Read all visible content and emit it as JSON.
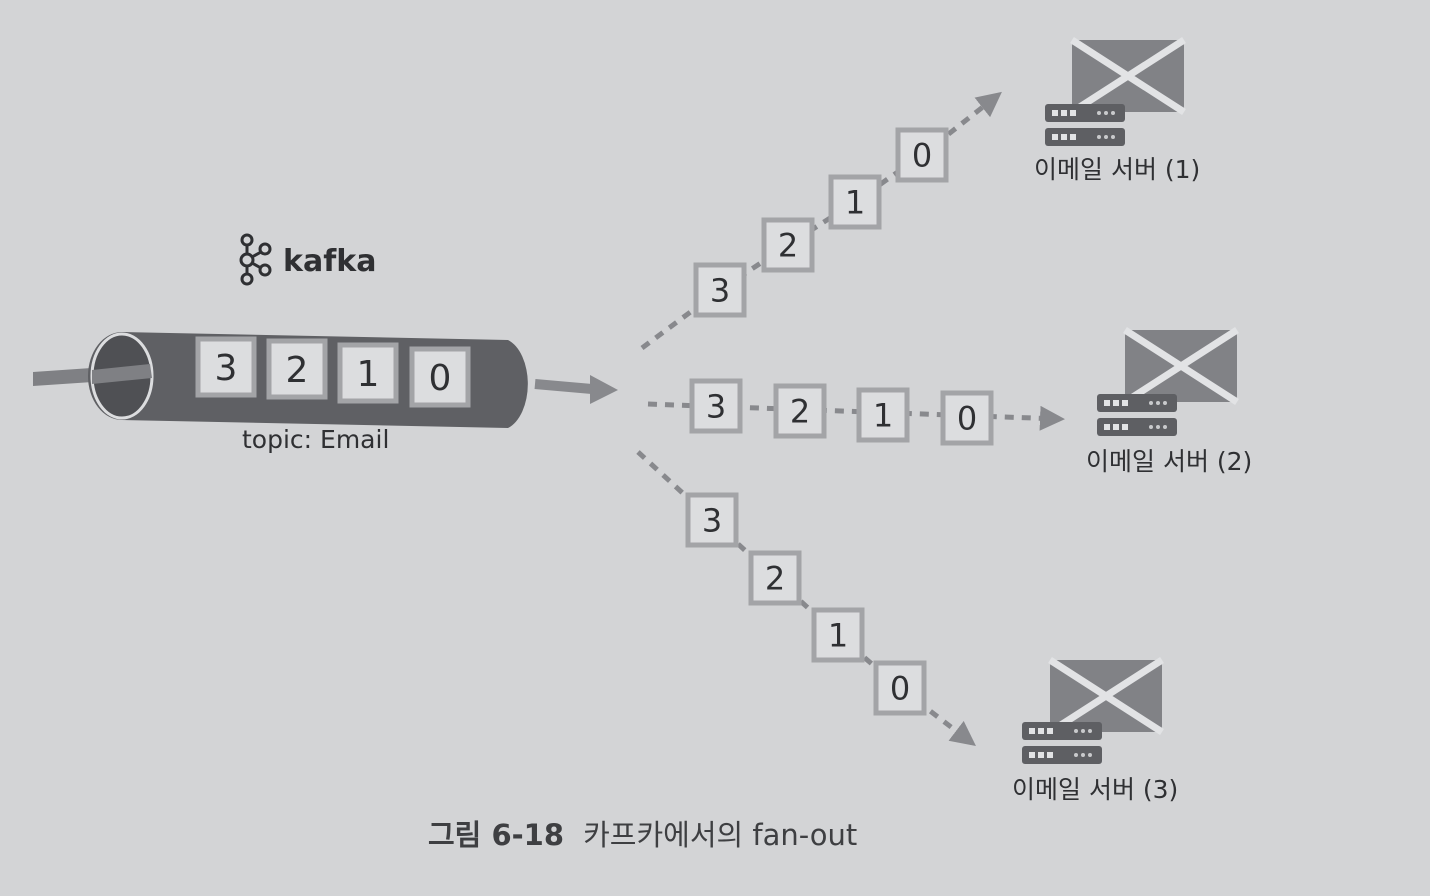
{
  "brand": {
    "logo_text": "kafka"
  },
  "topic": {
    "label": "topic: Email",
    "messages": [
      "3",
      "2",
      "1",
      "0"
    ]
  },
  "branches": [
    {
      "messages": [
        "3",
        "2",
        "1",
        "0"
      ],
      "server_label": "이메일 서버 (1)"
    },
    {
      "messages": [
        "3",
        "2",
        "1",
        "0"
      ],
      "server_label": "이메일 서버 (2)"
    },
    {
      "messages": [
        "3",
        "2",
        "1",
        "0"
      ],
      "server_label": "이메일 서버 (3)"
    }
  ],
  "caption": {
    "number": "그림 6-18",
    "text": "카프카에서의 fan-out"
  },
  "colors": {
    "background": "#d3d4d6",
    "pipe": "#5f6064",
    "box_fill": "#dcdddf",
    "box_border": "#a3a4a7",
    "arrow": "#88898d",
    "server": "#5e5f63",
    "envelope": "#818286",
    "text": "#2f3033"
  }
}
